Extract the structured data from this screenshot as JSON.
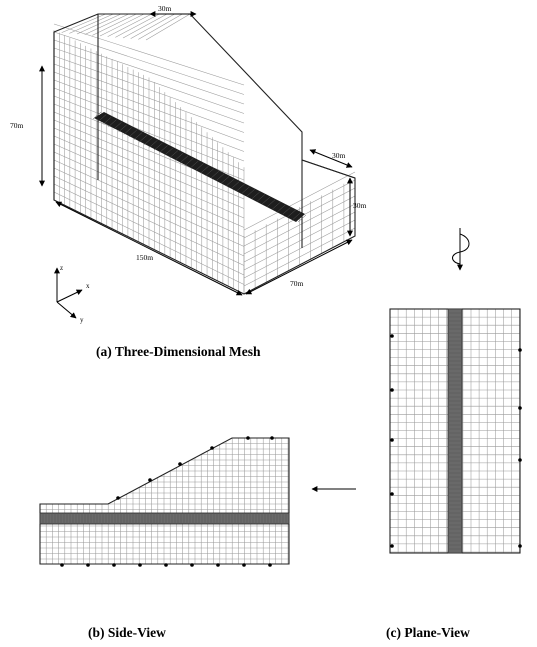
{
  "captions": {
    "a": "(a) Three-Dimensional Mesh",
    "b": "(b) Side-View",
    "c": "(c) Plane-View"
  },
  "dimensions": {
    "top_width": "30m",
    "height_left": "70m",
    "right_width": "30m",
    "right_height": "30m",
    "length": "150m",
    "depth": "70m"
  },
  "axes": {
    "z": "z",
    "x": "x",
    "y": "y"
  }
}
